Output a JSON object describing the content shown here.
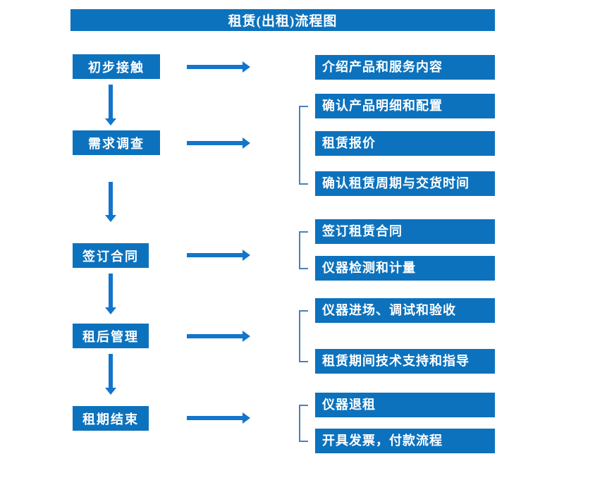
{
  "title": "租赁(出租)流程图",
  "colors": {
    "box_blue": "#0d72bd",
    "arrow_blue": "#1375cb",
    "bracket_blue": "#4a7fc1",
    "text_white": "#ffffff"
  },
  "steps": [
    {
      "label": "初步接触",
      "details": [
        "介绍产品和服务内容"
      ]
    },
    {
      "label": "需求调查",
      "details": [
        "确认产品明细和配置",
        "租赁报价",
        "确认租赁周期与交货时间"
      ]
    },
    {
      "label": "签订合同",
      "details": [
        "签订租赁合同",
        "仪器检测和计量"
      ]
    },
    {
      "label": "租后管理",
      "details": [
        "仪器进场、调试和验收",
        "租赁期间技术支持和指导"
      ]
    },
    {
      "label": "租期结束",
      "details": [
        "仪器退租",
        "开具发票，付款流程"
      ]
    }
  ]
}
